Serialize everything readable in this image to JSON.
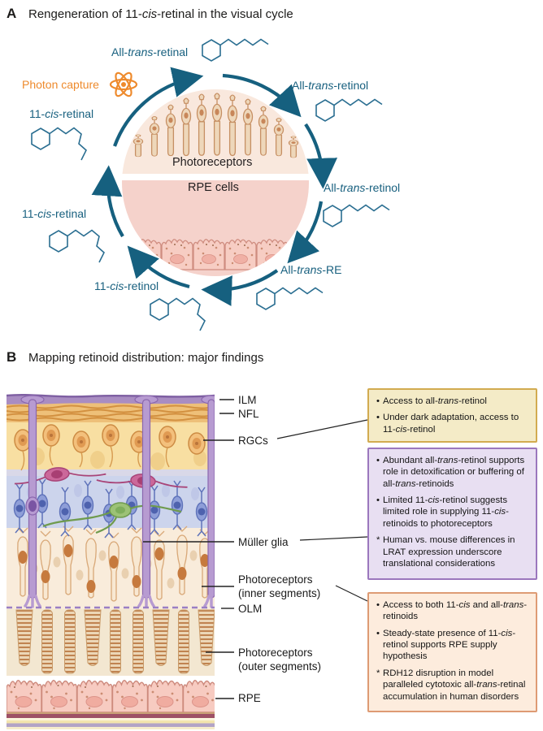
{
  "colors": {
    "teal": "#18607f",
    "orange": "#ee8a2c",
    "box_yellow_bg": "#f4ebc7",
    "box_yellow_border": "#d2ab50",
    "box_purple_bg": "#e8dff2",
    "box_purple_border": "#9b77bd",
    "box_pink_bg": "#fdecdd",
    "box_pink_border": "#de9b74"
  },
  "panel_a": {
    "label": "A",
    "title_parts": [
      {
        "t": "Rengeneration of 11-"
      },
      {
        "t": "cis",
        "i": true
      },
      {
        "t": "-retinal in the visual cycle"
      }
    ],
    "photon_capture_label": "Photon capture",
    "circle_labels": {
      "top": "Photoreceptors",
      "bottom": "RPE cells"
    },
    "cycle_labels": {
      "all_trans_retinal": [
        {
          "t": "All-"
        },
        {
          "t": "trans",
          "i": true
        },
        {
          "t": "-retinal"
        }
      ],
      "all_trans_retinol_top": [
        {
          "t": "All-"
        },
        {
          "t": "trans",
          "i": true
        },
        {
          "t": "-retinol"
        }
      ],
      "all_trans_retinol_mid": [
        {
          "t": "All-"
        },
        {
          "t": "trans",
          "i": true
        },
        {
          "t": "-retinol"
        }
      ],
      "all_trans_re": [
        {
          "t": "All-"
        },
        {
          "t": "trans",
          "i": true
        },
        {
          "t": "-RE"
        }
      ],
      "cis_retinol": [
        {
          "t": "11-"
        },
        {
          "t": "cis",
          "i": true
        },
        {
          "t": "-retinol"
        }
      ],
      "cis_retinal_lower": [
        {
          "t": "11-"
        },
        {
          "t": "cis",
          "i": true
        },
        {
          "t": "-retinal"
        }
      ],
      "cis_retinal_upper": [
        {
          "t": "11-"
        },
        {
          "t": "cis",
          "i": true
        },
        {
          "t": "-retinal"
        }
      ]
    }
  },
  "panel_b": {
    "label": "B",
    "title": "Mapping retinoid distribution: major findings",
    "layer_labels": {
      "ilm": "ILM",
      "nfl": "NFL",
      "rgcs": "RGCs",
      "muller": "Müller glia",
      "pr_inner_1": "Photoreceptors",
      "pr_inner_2": "(inner segments)",
      "olm": "OLM",
      "pr_outer_1": "Photoreceptors",
      "pr_outer_2": "(outer segments)",
      "rpe": "RPE"
    },
    "boxes": {
      "rgc_box": {
        "bullets": [
          {
            "marker": "•",
            "parts": [
              {
                "t": "Access to all-"
              },
              {
                "t": "trans",
                "i": true
              },
              {
                "t": "-retinol"
              }
            ]
          },
          {
            "marker": "•",
            "parts": [
              {
                "t": "Under dark adaptation, access to 11-"
              },
              {
                "t": "cis",
                "i": true
              },
              {
                "t": "-retinol"
              }
            ]
          }
        ]
      },
      "muller_box": {
        "bullets": [
          {
            "marker": "•",
            "parts": [
              {
                "t": "Abundant all-"
              },
              {
                "t": "trans",
                "i": true
              },
              {
                "t": "-retinol supports role in detoxification or buffering of all-"
              },
              {
                "t": "trans",
                "i": true
              },
              {
                "t": "-retinoids"
              }
            ]
          },
          {
            "marker": "•",
            "parts": [
              {
                "t": "Limited 11-"
              },
              {
                "t": "cis",
                "i": true
              },
              {
                "t": "-retinol suggests limited role in supplying 11-"
              },
              {
                "t": "cis",
                "i": true
              },
              {
                "t": "-retinoids to photoreceptors"
              }
            ]
          },
          {
            "marker": "*",
            "parts": [
              {
                "t": "Human vs. mouse differences in LRAT expression underscore translational considerations"
              }
            ]
          }
        ]
      },
      "pr_box": {
        "bullets": [
          {
            "marker": "•",
            "parts": [
              {
                "t": "Access to both 11-"
              },
              {
                "t": "cis",
                "i": true
              },
              {
                "t": " and all-"
              },
              {
                "t": "trans",
                "i": true
              },
              {
                "t": "-retinoids"
              }
            ]
          },
          {
            "marker": "•",
            "parts": [
              {
                "t": "Steady-state presence of 11-"
              },
              {
                "t": "cis",
                "i": true
              },
              {
                "t": "-retinol supports RPE supply hypothesis"
              }
            ]
          },
          {
            "marker": "*",
            "parts": [
              {
                "t": "RDH12 disruption in model paralleled cytotoxic all-"
              },
              {
                "t": "trans",
                "i": true
              },
              {
                "t": "-retinal accumulation in human disorders"
              }
            ]
          }
        ]
      }
    }
  }
}
